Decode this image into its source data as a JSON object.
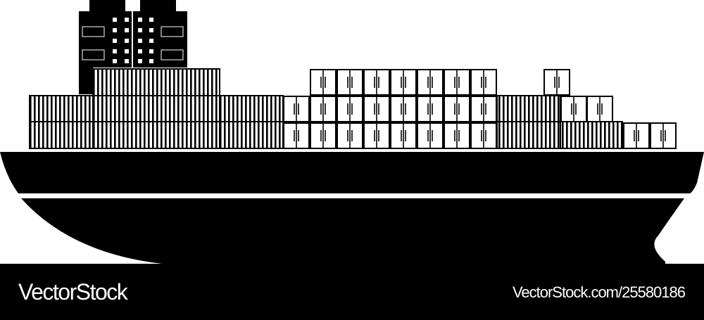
{
  "image": {
    "subject": "container-ship-silhouette",
    "colors": {
      "fill": "#000000",
      "background": "#ffffff"
    }
  },
  "ship": {
    "bridge_tower": {
      "window_columns": 4,
      "window_rows": 5
    },
    "container_rows": {
      "top_row_door_containers": 7,
      "middle_row_door_containers": 8,
      "bottom_row_door_containers": 8,
      "stern_top_container": 1,
      "bow_middle_containers": 2,
      "bow_bottom_containers": 2
    }
  },
  "footer": {
    "brand": "VectorStock",
    "stock_id": "VectorStock.com/25580186"
  }
}
